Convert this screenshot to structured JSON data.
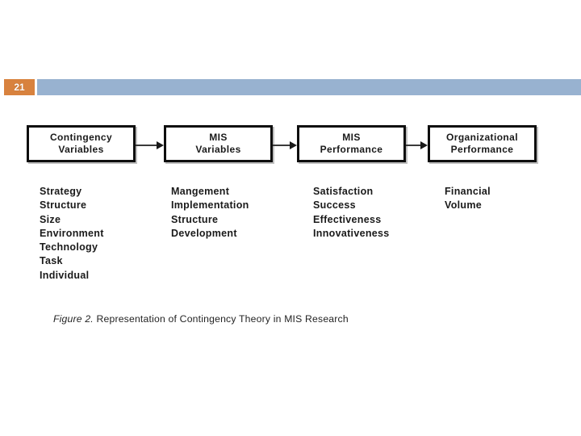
{
  "slide": {
    "page_number": "21",
    "colors": {
      "badge_bg": "#d8823e",
      "badge_text": "#ffffff",
      "title_bar_bg": "#98b2d0"
    }
  },
  "diagram": {
    "boxes": [
      {
        "label_line1": "Contingency",
        "label_line2": "Variables",
        "items": [
          "Strategy",
          "Structure",
          "Size",
          "Environment",
          "Technology",
          "Task",
          "Individual"
        ]
      },
      {
        "label_line1": "MIS",
        "label_line2": "Variables",
        "items": [
          "Mangement",
          "Implementation",
          "Structure",
          "Development"
        ]
      },
      {
        "label_line1": "MIS",
        "label_line2": "Performance",
        "items": [
          "Satisfaction",
          "Success",
          "Effectiveness",
          "Innovativeness"
        ]
      },
      {
        "label_line1": "Organizational",
        "label_line2": "Performance",
        "items": [
          "Financial",
          "Volume"
        ]
      }
    ],
    "caption_prefix": "Figure 2.",
    "caption_text": " Representation of Contingency Theory in MIS Research"
  }
}
